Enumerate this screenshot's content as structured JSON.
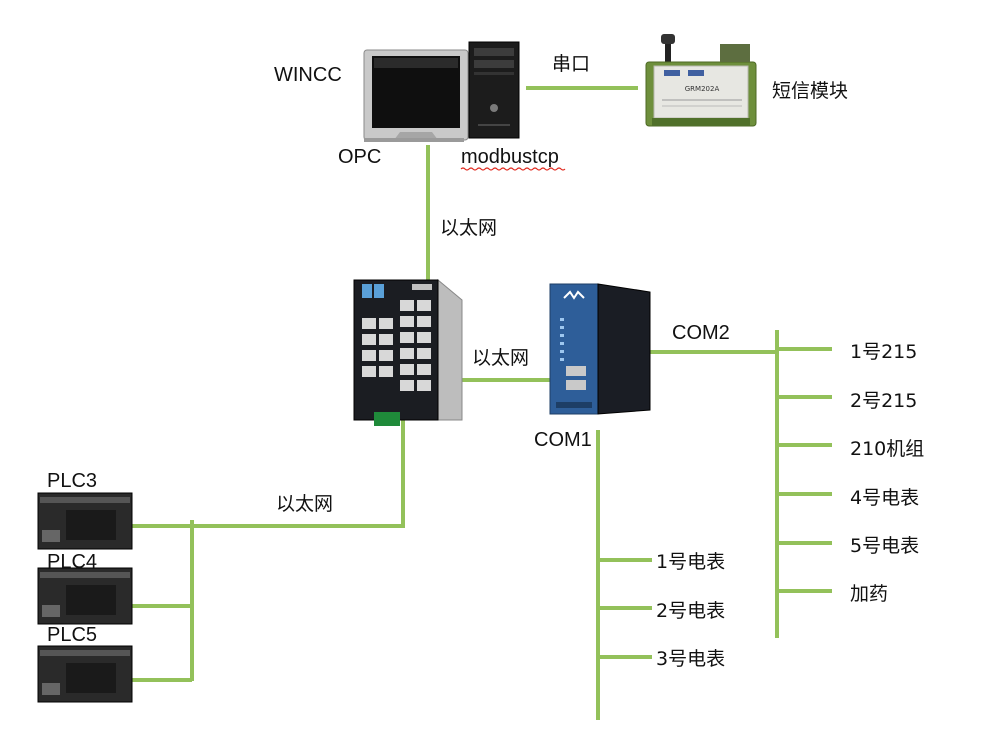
{
  "colors": {
    "link": "#93c15a",
    "device_dark": "#1e1e1e",
    "converter_blue": "#2e5e99",
    "module_green": "#6e8f3c"
  },
  "pc": {
    "name": "WINCC",
    "left_label": "OPC",
    "right_label": "modbustcp"
  },
  "gsm": {
    "link_label": "串口",
    "name": "短信模块",
    "model": "GRM202A"
  },
  "links": {
    "pc_switch": "以太网",
    "switch_converter": "以太网",
    "switch_plc": "以太网"
  },
  "converter": {
    "com1": "COM1",
    "com2": "COM2"
  },
  "plcs": [
    "PLC3",
    "PLC4",
    "PLC5"
  ],
  "com2_devices": [
    "1号215",
    "2号215",
    "210机组",
    "4号电表",
    "5号电表",
    "加药"
  ],
  "com1_devices": [
    "1号电表",
    "2号电表",
    "3号电表"
  ]
}
